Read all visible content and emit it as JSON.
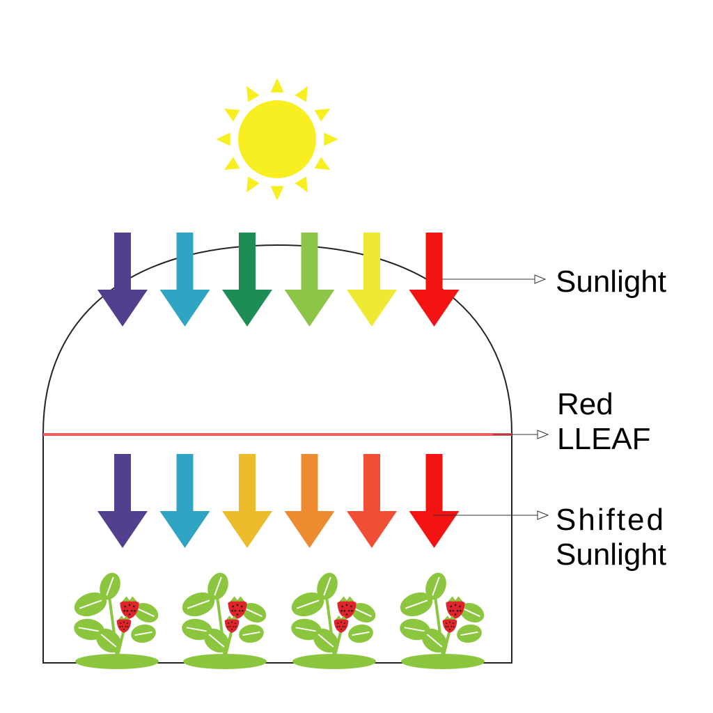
{
  "labels": {
    "sunlight": "Sunlight",
    "lleaf_line1": "Red",
    "lleaf_line2": "LLEAF",
    "shifted_line1": "Shifted",
    "shifted_line2": "Sunlight"
  },
  "colors": {
    "sun": "#f7ef22",
    "film": "#f25c5c",
    "outline": "#222222",
    "leaf": "#8cc63f",
    "leaf_vein": "#ffffff",
    "berry": "#e0242b",
    "berry_seed": "#3a1a1a",
    "ground": "#8cc63f"
  },
  "arrows_above": [
    {
      "name": "violet",
      "color": "#523f8e"
    },
    {
      "name": "blue",
      "color": "#2fa4c3"
    },
    {
      "name": "green",
      "color": "#1e8c55"
    },
    {
      "name": "light-green",
      "color": "#8dc548"
    },
    {
      "name": "yellow",
      "color": "#eeea33"
    },
    {
      "name": "red",
      "color": "#f41313"
    }
  ],
  "arrows_below": [
    {
      "name": "violet",
      "color": "#523f8e"
    },
    {
      "name": "blue",
      "color": "#2fa4c3"
    },
    {
      "name": "amber",
      "color": "#ecbc2c"
    },
    {
      "name": "orange",
      "color": "#ee8a2f"
    },
    {
      "name": "red-orange",
      "color": "#ef4f35"
    },
    {
      "name": "red",
      "color": "#f41313"
    }
  ],
  "plants": [
    {
      "name": "strawberry-plant-1"
    },
    {
      "name": "strawberry-plant-2"
    },
    {
      "name": "strawberry-plant-3"
    },
    {
      "name": "strawberry-plant-4"
    }
  ]
}
